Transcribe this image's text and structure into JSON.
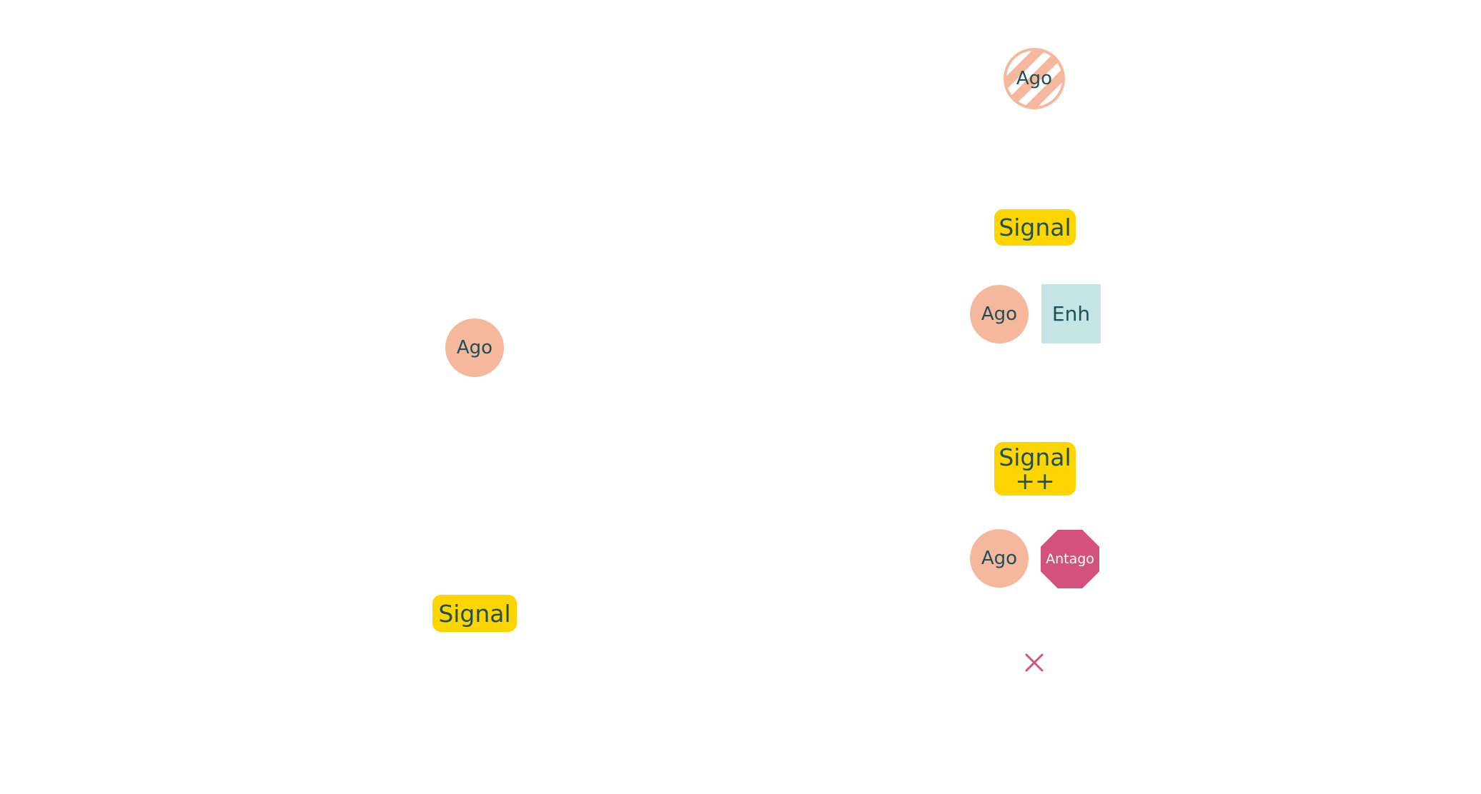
{
  "diagram": {
    "left": {
      "agonist": {
        "label": "Ago"
      },
      "signal": {
        "label": "Signal"
      }
    },
    "right": {
      "partial_agonist": {
        "label": "Ago",
        "style": "striped"
      },
      "signal": {
        "label": "Signal"
      },
      "agonist_enhancer": {
        "agonist_label": "Ago",
        "enhancer_label": "Enh"
      },
      "signal_enhanced": {
        "line1": "Signal",
        "line2": "++"
      },
      "agonist_antagonist": {
        "agonist_label": "Ago",
        "antagonist_label": "Antago"
      },
      "blocked": {
        "icon": "x-icon"
      }
    },
    "colors": {
      "agonist": "#f6b89d",
      "signal": "#ffd500",
      "enhancer": "#c5e4e4",
      "antagonist": "#d4507d",
      "text": "#1f4f57"
    }
  }
}
